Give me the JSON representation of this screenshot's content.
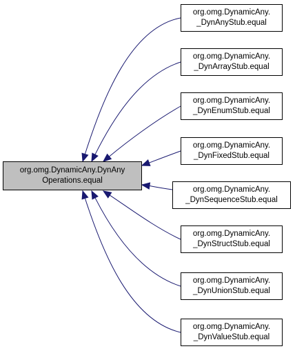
{
  "diagram": {
    "root": {
      "line1": "org.omg.DynamicAny.DynAny",
      "line2": "Operations.equal"
    },
    "children": [
      {
        "line1": "org.omg.DynamicAny.",
        "line2": "_DynAnyStub.equal"
      },
      {
        "line1": "org.omg.DynamicAny.",
        "line2": "_DynArrayStub.equal"
      },
      {
        "line1": "org.omg.DynamicAny.",
        "line2": "_DynEnumStub.equal"
      },
      {
        "line1": "org.omg.DynamicAny.",
        "line2": "_DynFixedStub.equal"
      },
      {
        "line1": "org.omg.DynamicAny.",
        "line2": "_DynSequenceStub.equal"
      },
      {
        "line1": "org.omg.DynamicAny.",
        "line2": "_DynStructStub.equal"
      },
      {
        "line1": "org.omg.DynamicAny.",
        "line2": "_DynUnionStub.equal"
      },
      {
        "line1": "org.omg.DynamicAny.",
        "line2": "_DynValueStub.equal"
      }
    ],
    "colors": {
      "edge": "#191970",
      "root_fill": "#bfbfbf",
      "node_fill": "#ffffff",
      "border": "#000000"
    }
  }
}
